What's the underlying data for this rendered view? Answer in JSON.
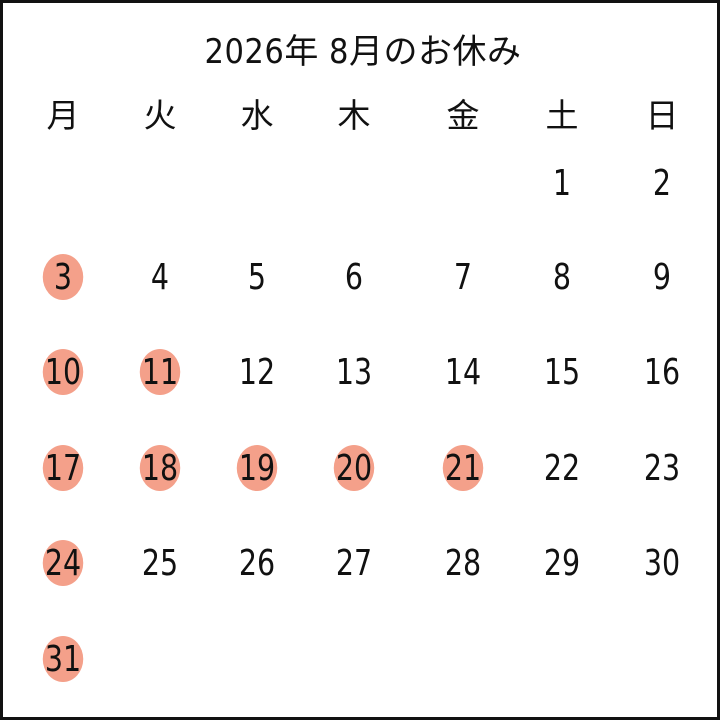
{
  "title": "2026年 8月のお休み",
  "weekdays": [
    "月",
    "火",
    "水",
    "木",
    "金",
    "土",
    "日"
  ],
  "holiday_color": "#f4a08a",
  "weeks": [
    [
      {
        "d": "",
        "h": false
      },
      {
        "d": "",
        "h": false
      },
      {
        "d": "",
        "h": false
      },
      {
        "d": "",
        "h": false
      },
      {
        "d": "",
        "h": false
      },
      {
        "d": "1",
        "h": false
      },
      {
        "d": "2",
        "h": false
      }
    ],
    [
      {
        "d": "3",
        "h": true
      },
      {
        "d": "4",
        "h": false
      },
      {
        "d": "5",
        "h": false
      },
      {
        "d": "6",
        "h": false
      },
      {
        "d": "7",
        "h": false
      },
      {
        "d": "8",
        "h": false
      },
      {
        "d": "9",
        "h": false
      }
    ],
    [
      {
        "d": "10",
        "h": true
      },
      {
        "d": "11",
        "h": true
      },
      {
        "d": "12",
        "h": false
      },
      {
        "d": "13",
        "h": false
      },
      {
        "d": "14",
        "h": false
      },
      {
        "d": "15",
        "h": false
      },
      {
        "d": "16",
        "h": false
      }
    ],
    [
      {
        "d": "17",
        "h": true
      },
      {
        "d": "18",
        "h": true
      },
      {
        "d": "19",
        "h": true
      },
      {
        "d": "20",
        "h": true
      },
      {
        "d": "21",
        "h": true
      },
      {
        "d": "22",
        "h": false
      },
      {
        "d": "23",
        "h": false
      }
    ],
    [
      {
        "d": "24",
        "h": true
      },
      {
        "d": "25",
        "h": false
      },
      {
        "d": "26",
        "h": false
      },
      {
        "d": "27",
        "h": false
      },
      {
        "d": "28",
        "h": false
      },
      {
        "d": "29",
        "h": false
      },
      {
        "d": "30",
        "h": false
      }
    ],
    [
      {
        "d": "31",
        "h": true
      },
      {
        "d": "",
        "h": false
      },
      {
        "d": "",
        "h": false
      },
      {
        "d": "",
        "h": false
      },
      {
        "d": "",
        "h": false
      },
      {
        "d": "",
        "h": false
      },
      {
        "d": "",
        "h": false
      }
    ]
  ]
}
